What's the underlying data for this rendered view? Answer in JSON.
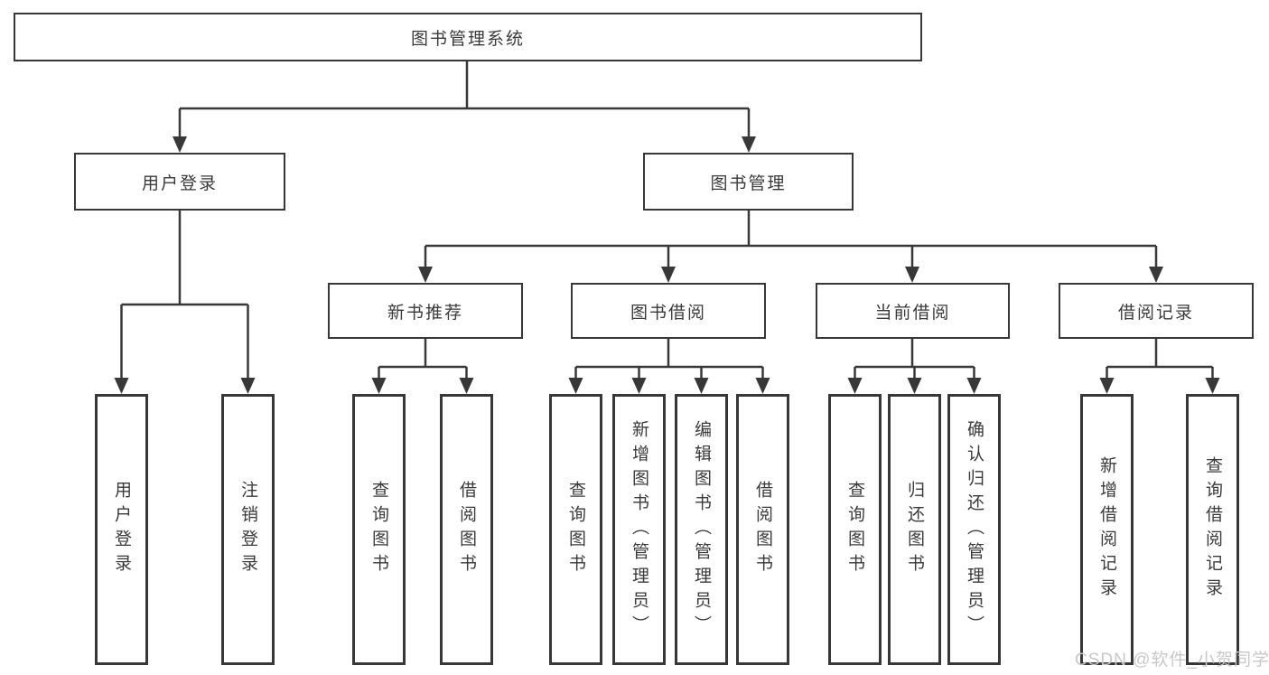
{
  "diagram": {
    "root": {
      "label": "图书管理系统"
    },
    "branches": {
      "user_login": {
        "label": "用户登录",
        "children": [
          "用户登录",
          "注销登录"
        ]
      },
      "book_management": {
        "label": "图书管理",
        "sections": {
          "new_books": {
            "label": "新书推荐",
            "children": [
              "查询图书",
              "借阅图书"
            ]
          },
          "book_borrowing": {
            "label": "图书借阅",
            "children": [
              "查询图书",
              "新增图书（管理员）",
              "编辑图书（管理员）",
              "借阅图书"
            ]
          },
          "current_borrowing": {
            "label": "当前借阅",
            "children": [
              "查询图书",
              "归还图书",
              "确认归还（管理员）"
            ]
          },
          "borrowing_records": {
            "label": "借阅记录",
            "children": [
              "新增借阅记录",
              "查询借阅记录"
            ]
          }
        }
      }
    }
  },
  "watermark": {
    "text": "CSDN @软件_小贺同学"
  },
  "colors": {
    "line": "#383838",
    "text": "#3a3a3a",
    "watermark_text": "#c8c8c8",
    "background": "#ffffff"
  }
}
